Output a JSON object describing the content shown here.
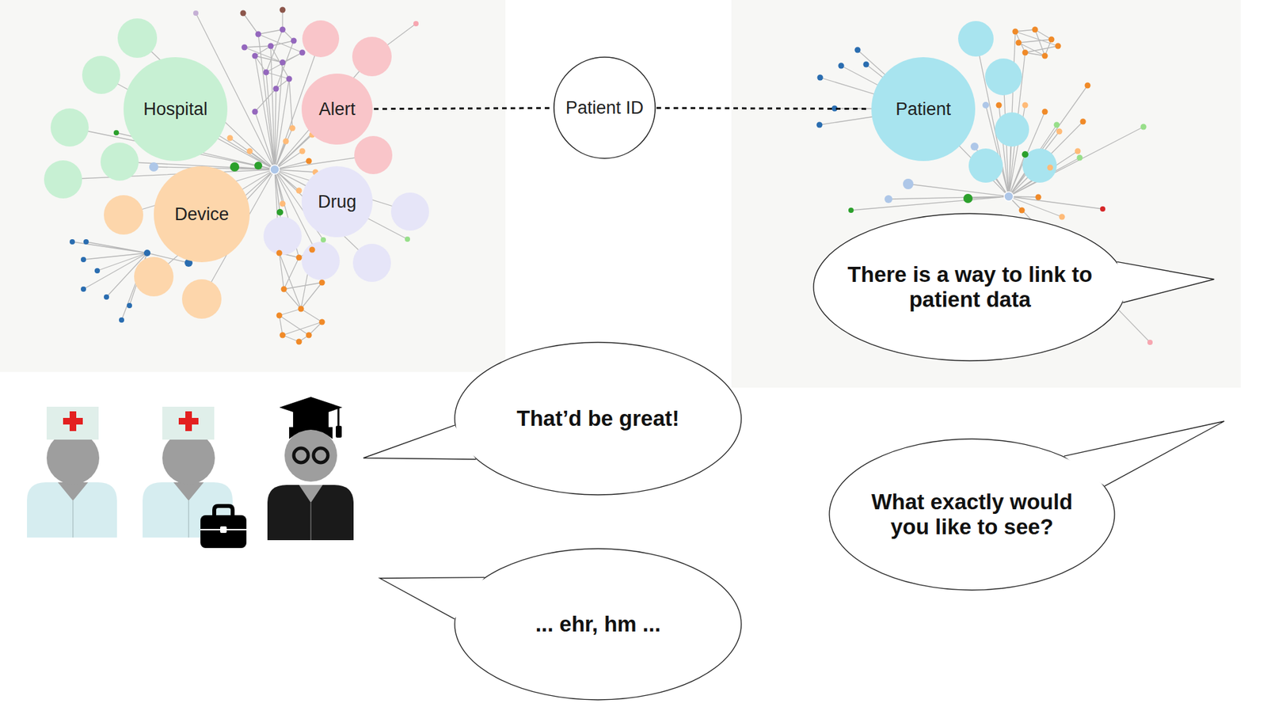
{
  "diagram": {
    "nodes": [
      {
        "text": [
          "Hospital"
        ]
      },
      {
        "text": [
          "Alert"
        ]
      },
      {
        "text": [
          "Patient ID"
        ]
      },
      {
        "text": [
          "Patient"
        ]
      },
      {
        "text": [
          "Device"
        ]
      },
      {
        "text": [
          "Drug"
        ]
      },
      {
        "text": [
          "There is a way to link to patient data"
        ]
      },
      {
        "text": [
          "That’d be great!"
        ]
      },
      {
        "text": [
          "What exactly would you like to see?"
        ]
      },
      {
        "text": [
          "... ehr, hm ..."
        ]
      }
    ],
    "edges": [
      {
        "from": 1,
        "to": 2,
        "arrow": "none"
      },
      {
        "from": 2,
        "to": 3,
        "arrow": "none"
      }
    ]
  }
}
